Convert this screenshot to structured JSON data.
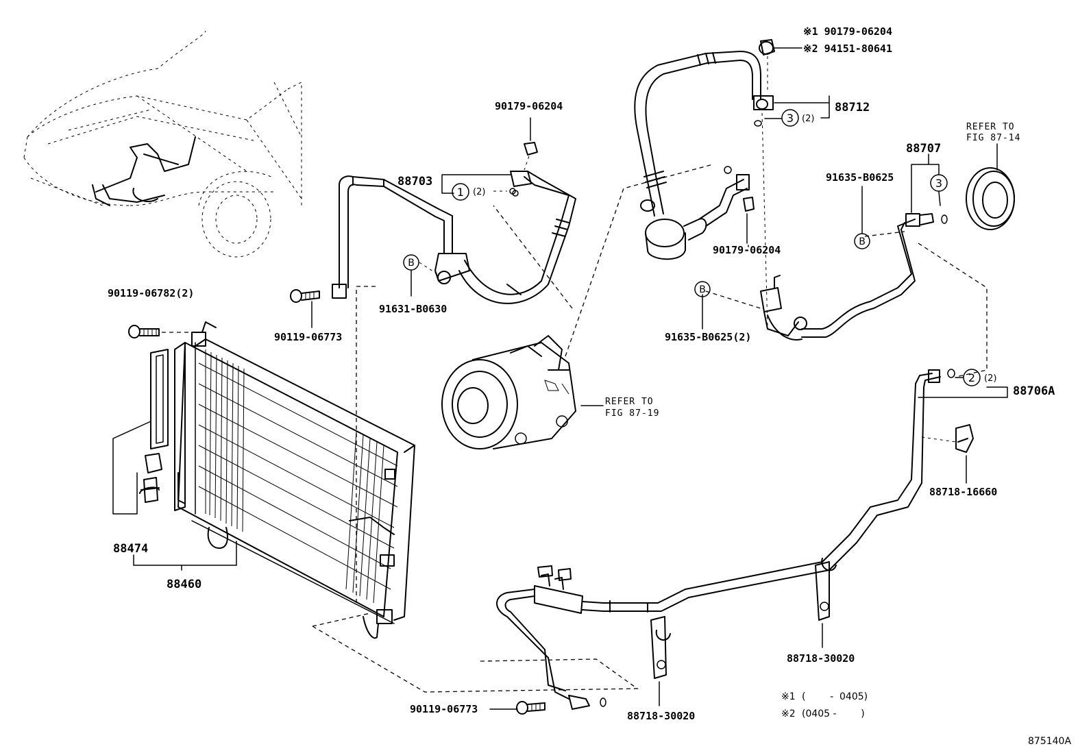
{
  "illustration_id": "875140A",
  "callouts": {
    "c1": "1",
    "c2": "2",
    "c3": "3",
    "c3b": "3",
    "b1": "B",
    "b2": "B",
    "b3": "B",
    "qty2": "(2)"
  },
  "parts": {
    "p90179_top_sup1": "※1 90179-06204",
    "p94151_sup2": "※2 94151-80641",
    "p88712": "88712",
    "p88707": "88707",
    "p91635_b0625": "91635-B0625",
    "p88703": "88703",
    "p90179_mid": "90179-06204",
    "p90179_right": "90179-06204",
    "p91631": "91631-B0630",
    "p90119_06782": "90119-06782(2)",
    "p90119_06773_a": "90119-06773",
    "p91635_b0625_2": "91635-B0625(2)",
    "p88706a": "88706A",
    "p88718_16660": "88718-16660",
    "p88474": "88474",
    "p88460": "88460",
    "p88718_30020_a": "88718-30020",
    "p88718_30020_b": "88718-30020",
    "p90119_06773_b": "90119-06773"
  },
  "references": {
    "ref_87_14_a": "REFER TO",
    "ref_87_14_b": "FIG 87-14",
    "ref_87_19_a": "REFER TO",
    "ref_87_19_b": "FIG 87-19"
  },
  "footnotes": {
    "n1_mark": "※1",
    "n1_range": "(        -  0405)",
    "n2_mark": "※2",
    "n2_range": "(0405 -        )"
  }
}
